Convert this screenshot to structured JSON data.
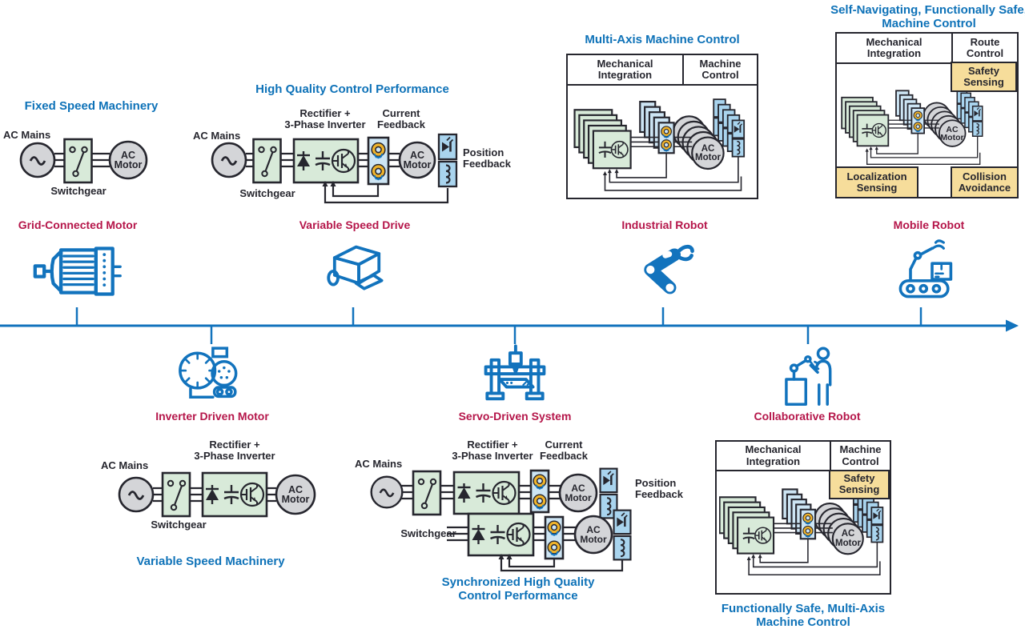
{
  "palette": {
    "icon_blue": "#1273bd",
    "title_blue": "#0e72b8",
    "label_red": "#b5164a",
    "box_green": "#d8ead9",
    "box_gray": "#d4d5d8",
    "box_light_blue": "#cde5f4",
    "box_mid_blue": "#a9d4ee",
    "box_yellow": "#f6dd9b",
    "outline_dark": "#26262e",
    "sensor_gold": "#efb32b"
  },
  "labels": {
    "ac_mains": "AC Mains",
    "switchgear": "Switchgear",
    "ac_motor": "AC\nMotor",
    "rectifier_inverter": "Rectifier +\n3-Phase Inverter",
    "current_feedback": "Current\nFeedback",
    "position_feedback": "Position\nFeedback",
    "mechanical_integration": "Mechanical\nIntegration",
    "machine_control": "Machine\nControl",
    "route_control": "Route\nControl",
    "safety_sensing": "Safety\nSensing",
    "localization_sensing": "Localization\nSensing",
    "collision_avoidance": "Collision\nAvoidance"
  },
  "top_stages": [
    {
      "title": "Fixed Speed Machinery",
      "machine": "Grid-Connected Motor",
      "icon": "grid-connected-motor"
    },
    {
      "title": "High Quality Control Performance",
      "machine": "Variable Speed Drive",
      "icon": "variable-speed-drive"
    },
    {
      "title": "Multi-Axis Machine Control",
      "machine": "Industrial Robot",
      "icon": "industrial-robot"
    },
    {
      "title": "Self-Navigating, Functionally Safe,\nMachine Control",
      "machine": "Mobile Robot",
      "icon": "mobile-robot"
    }
  ],
  "bottom_stages": [
    {
      "machine": "Inverter Driven Motor",
      "title": "Variable Speed Machinery",
      "icon": "inverter-driven-motor"
    },
    {
      "machine": "Servo-Driven System",
      "title": "Synchronized High Quality\nControl Performance",
      "icon": "servo-driven-system"
    },
    {
      "machine": "Collaborative Robot",
      "title": "Functionally Safe, Multi-Axis\nMachine Control",
      "icon": "collaborative-robot"
    }
  ]
}
